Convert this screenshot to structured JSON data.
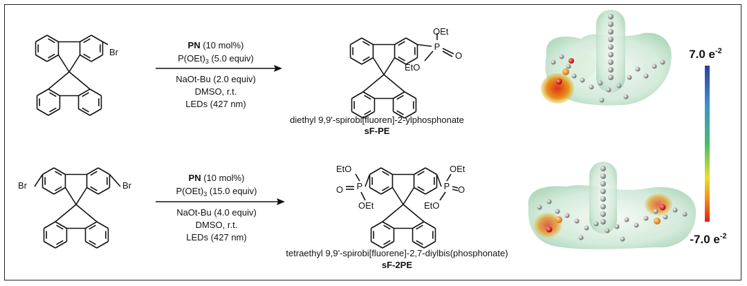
{
  "reactions": [
    {
      "catalyst_name": "PN",
      "catalyst_amount": " (10 mol%)",
      "reagent_base": "P(OEt)",
      "reagent_sub": "3",
      "reagent_amount": " (5.0 equiv)",
      "base": "NaOt-Bu (2.0 equiv)",
      "solvent": "DMSO, r.t.",
      "light": "LEDs (427 nm)",
      "product_name": "diethyl 9,9'-spirobi[fluoren]-2-ylphosphonate",
      "product_code": "sF-PE"
    },
    {
      "catalyst_name": "PN",
      "catalyst_amount": " (10 mol%)",
      "reagent_base": "P(OEt)",
      "reagent_sub": "3",
      "reagent_amount": " (15.0 equiv)",
      "base": "NaOt-Bu (4.0 equiv)",
      "solvent": "DMSO, r.t.",
      "light": "LEDs (427 nm)",
      "product_name": "tetraethyl 9,9'-spirobi[fluorene]-2,7-diylbis(phosphonate)",
      "product_code": "sF-2PE"
    }
  ],
  "atoms": {
    "br": "Br",
    "oet": "OEt",
    "eto": "EtO",
    "p": "P",
    "o": "O"
  },
  "scale": {
    "max_base": "7.0 e",
    "max_exp": "-2",
    "min_base": "-7.0 e",
    "min_exp": "-2",
    "gradient_colors": [
      "#2c3fa0",
      "#3f8fd0",
      "#3fbf6a",
      "#e8e02a",
      "#f08a1c",
      "#e0201a"
    ]
  }
}
